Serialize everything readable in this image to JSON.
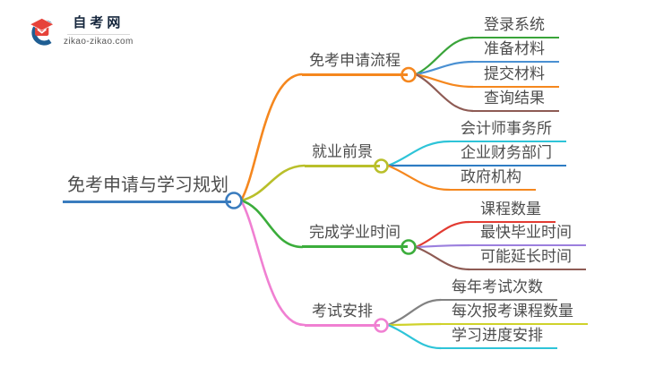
{
  "logo": {
    "title": "自考网",
    "url": "zikao-zikao.com",
    "icon": "graduation-cap-icon",
    "colors": {
      "crescent": "#1F5E93",
      "cap": "#E6423A",
      "title": "#16273d"
    }
  },
  "root": {
    "label": "免考申请与学习规划",
    "color": "#3A7CBE"
  },
  "branches": [
    {
      "label": "免考申请流程",
      "color": "#F5871E",
      "children": [
        {
          "label": "登录系统",
          "color": "#3AA43A"
        },
        {
          "label": "准备材料",
          "color": "#4A90D2"
        },
        {
          "label": "提交材料",
          "color": "#F5871E"
        },
        {
          "label": "查询结果",
          "color": "#8E5B54"
        }
      ]
    },
    {
      "label": "就业前景",
      "color": "#B9BF2A",
      "children": [
        {
          "label": "会计师事务所",
          "color": "#2EC4D8"
        },
        {
          "label": "企业财务部门",
          "color": "#2E7CC3"
        },
        {
          "label": "政府机构",
          "color": "#F5871E"
        }
      ]
    },
    {
      "label": "完成学业时间",
      "color": "#3BAD3B",
      "children": [
        {
          "label": "课程数量",
          "color": "#E23B32"
        },
        {
          "label": "最快毕业时间",
          "color": "#9B7FDE"
        },
        {
          "label": "可能延长时间",
          "color": "#8E5B54"
        }
      ]
    },
    {
      "label": "考试安排",
      "color": "#F080D2",
      "children": [
        {
          "label": "每年考试次数",
          "color": "#828282"
        },
        {
          "label": "每次报考课程数量",
          "color": "#CFD22B"
        },
        {
          "label": "学习进度安排",
          "color": "#2EC4D8"
        }
      ]
    }
  ]
}
